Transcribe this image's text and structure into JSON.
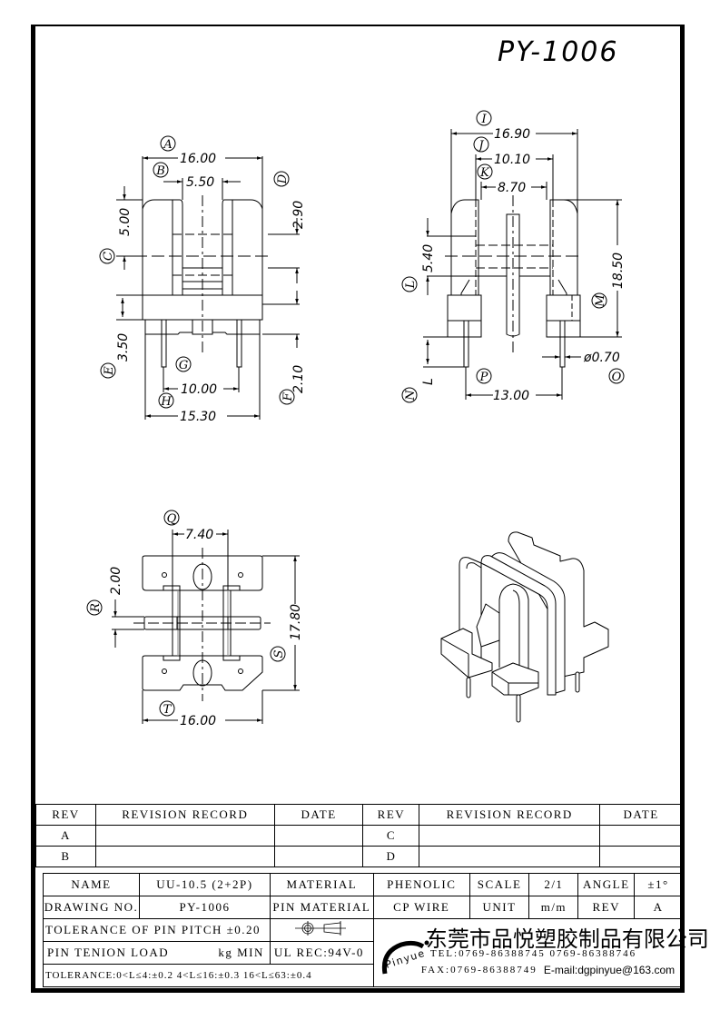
{
  "drawing_number_title": "PY-1006",
  "front_view": {
    "dims": {
      "A": "16.00",
      "B": "5.50",
      "C": "5.00",
      "D": "2.90",
      "E": "3.50",
      "F": "2.10",
      "G": "10.00",
      "H": "15.30"
    },
    "labels": [
      "A",
      "B",
      "C",
      "D",
      "E",
      "F",
      "G",
      "H"
    ]
  },
  "side_view": {
    "dims": {
      "I": "16.90",
      "J": "10.10",
      "K": "8.70",
      "L": "5.40",
      "M": "18.50",
      "N": "L",
      "O": "ø0.70",
      "P": "13.00"
    },
    "labels": [
      "I",
      "J",
      "K",
      "L",
      "M",
      "N",
      "O",
      "P"
    ]
  },
  "bottom_view": {
    "dims": {
      "Q": "7.40",
      "R": "2.00",
      "S": "17.80",
      "T": "16.00"
    },
    "labels": [
      "Q",
      "R",
      "S",
      "T"
    ]
  },
  "revision_table": {
    "headers": [
      "REV",
      "REVISION RECORD",
      "DATE",
      "REV",
      "REVISION RECORD",
      "DATE"
    ],
    "rows": [
      [
        "A",
        "",
        "",
        "C",
        "",
        ""
      ],
      [
        "B",
        "",
        "",
        "D",
        "",
        ""
      ]
    ]
  },
  "title_block": {
    "name_label": "NAME",
    "name_value": "UU-10.5 (2+2P)",
    "material_label": "MATERIAL",
    "material_value": "PHENOLIC",
    "scale_label": "SCALE",
    "scale_value": "2/1",
    "angle_label": "ANGLE",
    "angle_value": "±1°",
    "drawing_no_label": "DRAWING NO.",
    "drawing_no_value": "PY-1006",
    "pin_material_label": "PIN MATERIAL",
    "pin_material_value": "CP WIRE",
    "unit_label": "UNIT",
    "unit_value": "m/m",
    "rev_label": "REV",
    "rev_value": "A",
    "pin_pitch_tolerance": "TOLERANCE OF PIN PITCH ±0.20",
    "pin_tension_label": "PIN TENION LOAD",
    "pin_tension_unit": "kg MIN",
    "ul_rec": "UL REC:94V-0",
    "general_tolerance": "TOLERANCE:0<L≤4:±0.2  4<L≤16:±0.3  16<L≤63:±0.4"
  },
  "company": {
    "logo_text": "Pinyue",
    "name_cn": "东莞市品悦塑胶制品有限公司",
    "tel": "TEL:0769-86388745   0769-86388746",
    "fax": "FAX:0769-86388749",
    "email": "E-mail:dgpinyue@163.com"
  }
}
